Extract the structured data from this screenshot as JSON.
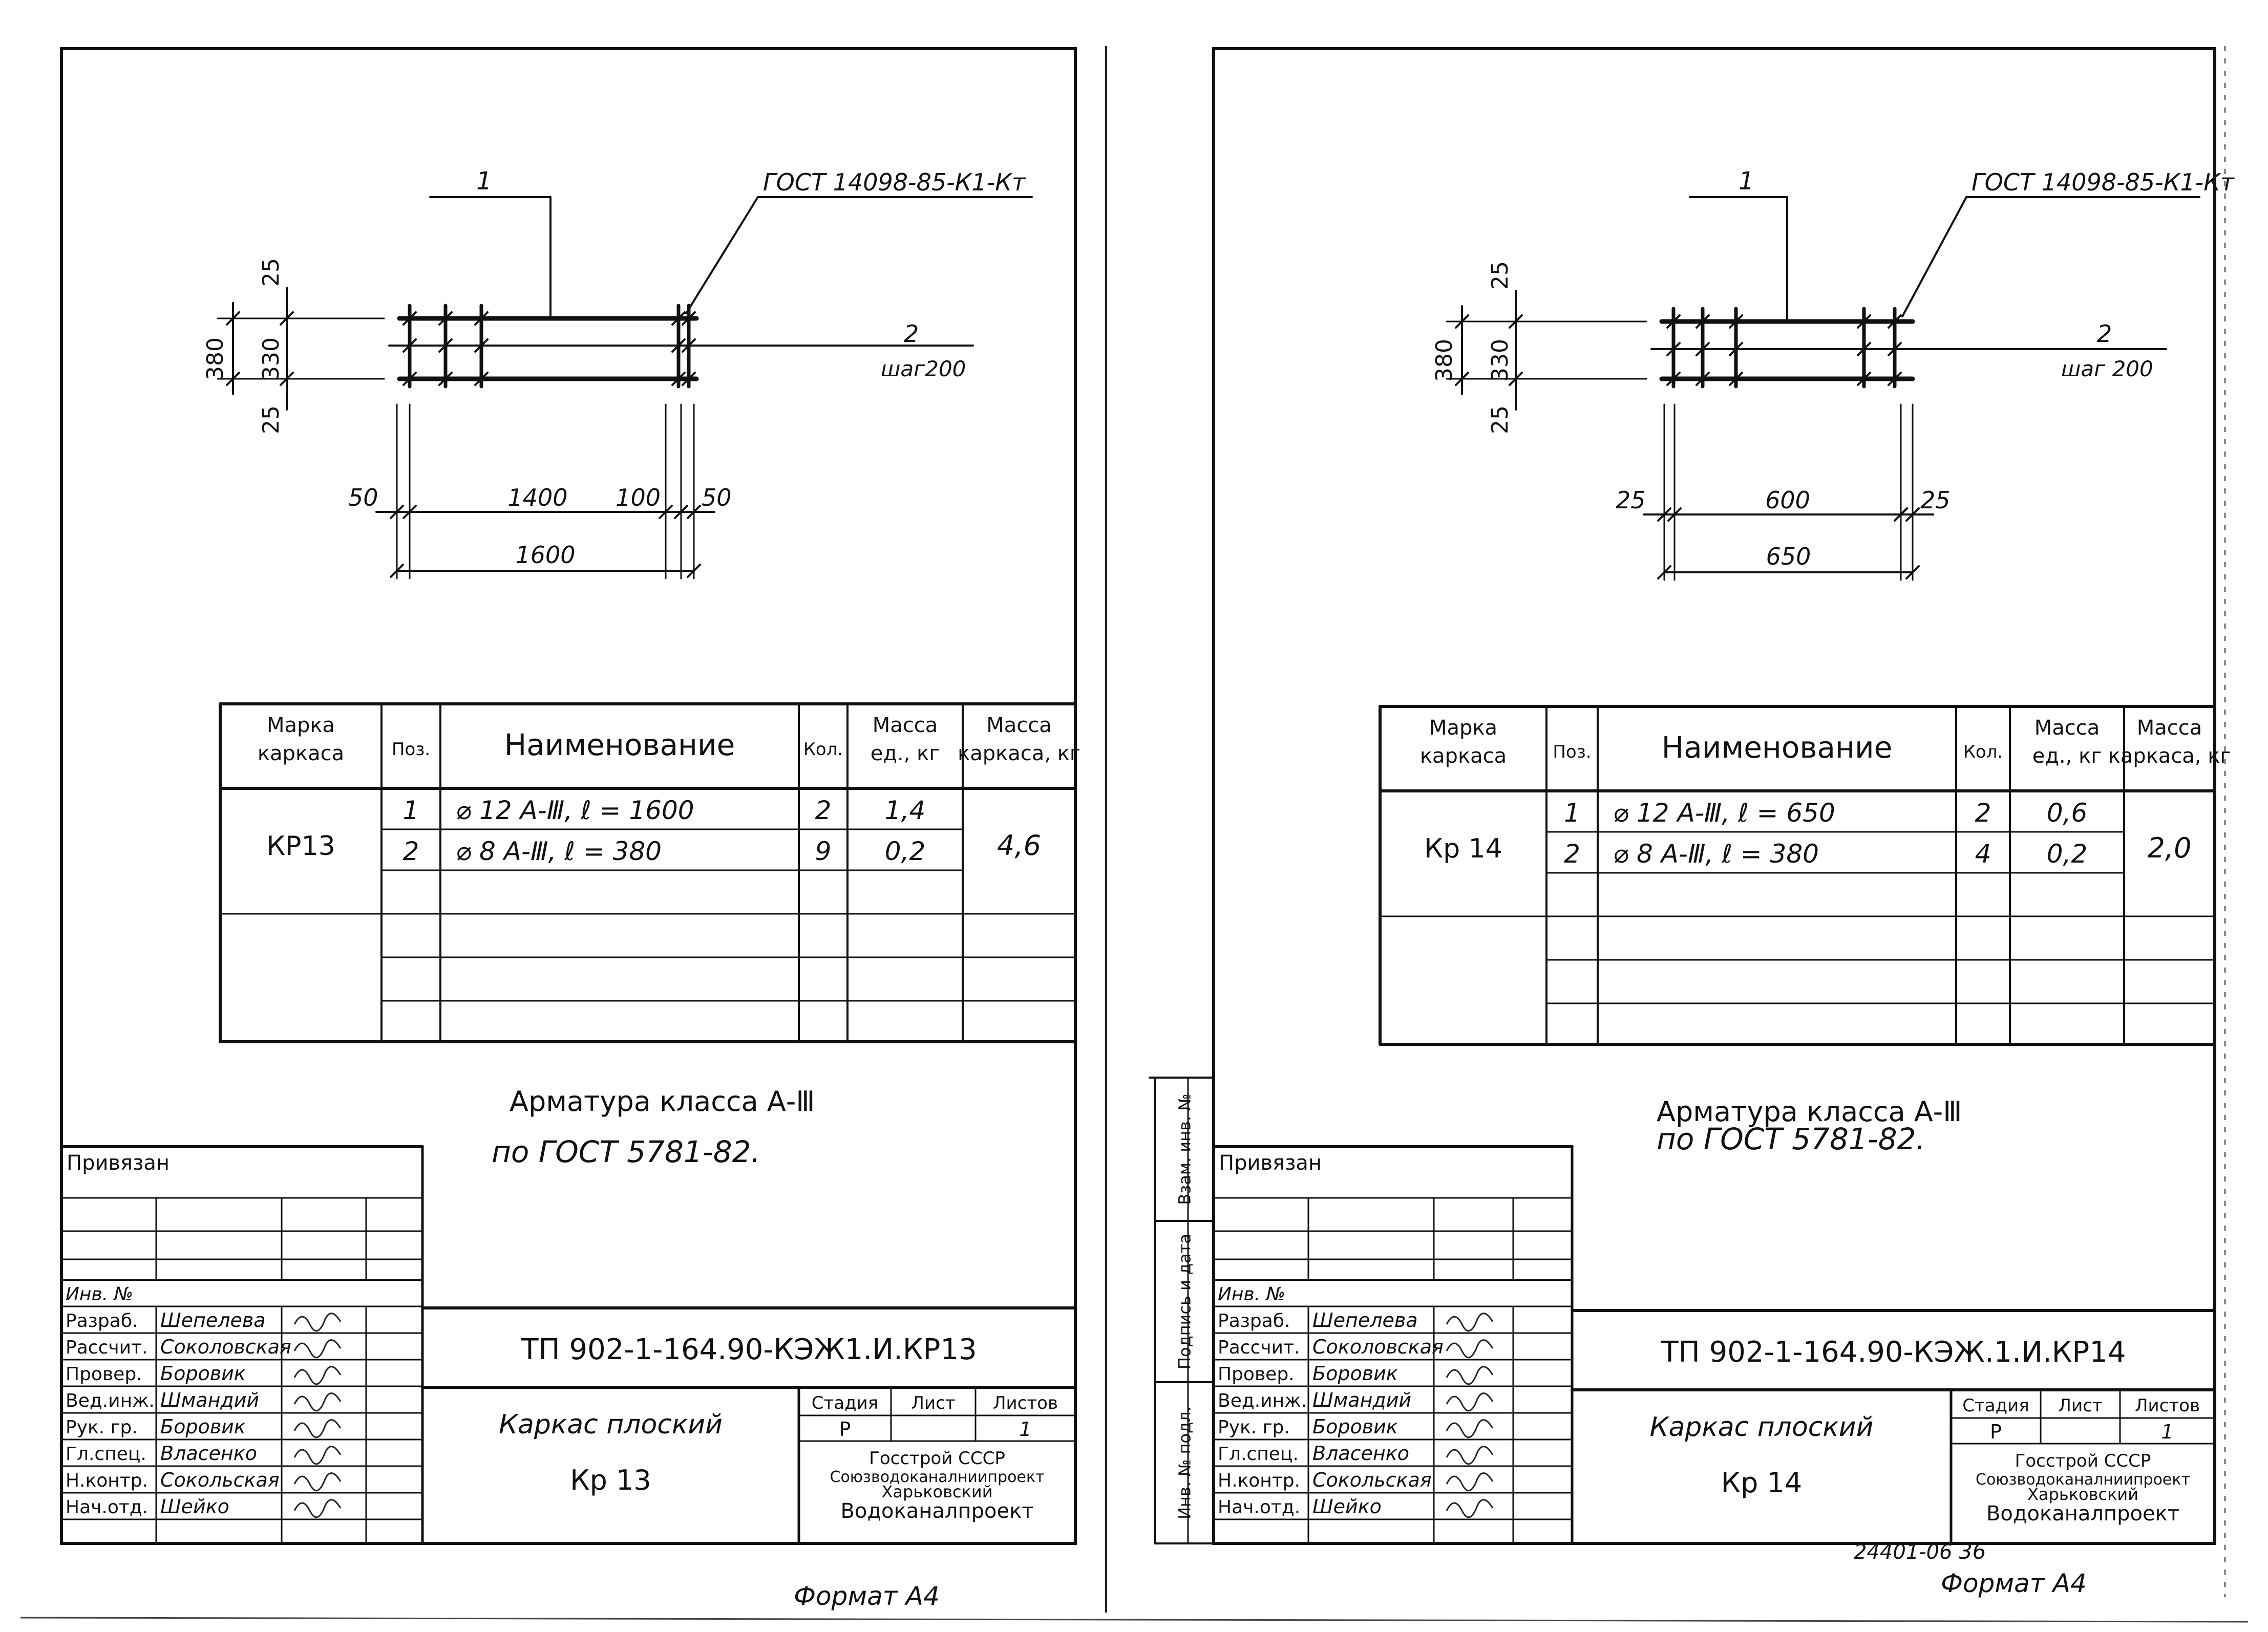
{
  "sheets": [
    {
      "key": "left",
      "ox": 0,
      "drawing": {
        "pos1": "1",
        "gost_weld": "ГОСТ 14098-85-К1-Кт",
        "pos2": "2",
        "step": "шаг200",
        "dim_v_total": "380",
        "dim_v_mid": "330",
        "dim_v_top": "25",
        "dim_v_bot": "25",
        "dim_h1": "50",
        "dim_h2": "1400",
        "dim_h3": "100",
        "dim_h4": "50",
        "dim_total": "1600"
      },
      "spec": {
        "headers": [
          "Марка каркаса",
          "Поз.",
          "Наименование",
          "Кол.",
          "Масса ед., кг",
          "Масса каркаса, кг"
        ],
        "mark": "КР13",
        "rows": [
          {
            "pos": "1",
            "name": "⌀ 12 А-Ⅲ, ℓ = 1600",
            "qty": "2",
            "mass": "1,4"
          },
          {
            "pos": "2",
            "name": "⌀ 8 А-Ⅲ, ℓ = 380",
            "qty": "9",
            "mass": "0,2"
          }
        ],
        "total": "4,6"
      },
      "note_line1": "Арматура класса А-Ⅲ",
      "note_line2": "по ГОСТ 5781-82.",
      "title_block": {
        "privyazan": "Привязан",
        "inv_no": "Инв. №",
        "roles": [
          "Разраб.",
          "Рассчит.",
          "Провер.",
          "Вед.инж.",
          "Рук. гр.",
          "Гл.спец.",
          "Н.контр.",
          "Нач.отд."
        ],
        "names": [
          "Шепелева",
          "Соколовская",
          "Боровик",
          "Шмандий",
          "Боровик",
          "Власенко",
          "Сокольская",
          "Шейко"
        ],
        "doc_code": "ТП 902-1-164.90-КЭЖ1.И.КР13",
        "object_line1": "Каркас плоский",
        "object_line2": "Кр 13",
        "stage_header": "Стадия",
        "sheet_header": "Лист",
        "sheets_header": "Листов",
        "stage": "Р",
        "sheets_count": "1",
        "org_line1": "Госстрой СССР",
        "org_line2": "Союзводоканалниипроект",
        "org_line3": "Харьковский",
        "org_line4": "Водоканалпроект"
      },
      "format": "Формат А4"
    },
    {
      "key": "right",
      "ox": 2160,
      "drawing": {
        "pos1": "1",
        "gost_weld": "ГОСТ 14098-85-К1-Кт",
        "pos2": "2",
        "step": "шаг 200",
        "dim_v_total": "380",
        "dim_v_mid": "330",
        "dim_v_top": "25",
        "dim_v_bot": "25",
        "dim_h1": "25",
        "dim_h2": "600",
        "dim_h3": "",
        "dim_h4": "25",
        "dim_total": "650"
      },
      "spec": {
        "headers": [
          "Марка каркаса",
          "Поз.",
          "Наименование",
          "Кол.",
          "Масса ед., кг",
          "Масса каркаса, кг"
        ],
        "mark": "Кр 14",
        "rows": [
          {
            "pos": "1",
            "name": "⌀ 12 А-Ⅲ, ℓ = 650",
            "qty": "2",
            "mass": "0,6"
          },
          {
            "pos": "2",
            "name": "⌀ 8 А-Ⅲ, ℓ = 380",
            "qty": "4",
            "mass": "0,2"
          }
        ],
        "total": "2,0"
      },
      "note_line1": "Арматура класса А-Ⅲ",
      "note_line2": "по ГОСТ 5781-82.",
      "title_block": {
        "privyazan": "Привязан",
        "inv_no": "Инв. №",
        "roles": [
          "Разраб.",
          "Рассчит.",
          "Провер.",
          "Вед.инж.",
          "Рук. гр.",
          "Гл.спец.",
          "Н.контр.",
          "Нач.отд."
        ],
        "names": [
          "Шепелева",
          "Соколовская",
          "Боровик",
          "Шмандий",
          "Боровик",
          "Власенко",
          "Сокольская",
          "Шейко"
        ],
        "doc_code": "ТП 902-1-164.90-КЭЖ.1.И.КР14",
        "object_line1": "Каркас плоский",
        "object_line2": "Кр 14",
        "stage_header": "Стадия",
        "sheet_header": "Лист",
        "sheets_header": "Листов",
        "stage": "Р",
        "sheets_count": "1",
        "org_line1": "Госстрой СССР",
        "org_line2": "Союзводоканалниипроект",
        "org_line3": "Харьковский",
        "org_line4": "Водоканалпроект"
      },
      "side_stamp": [
        "Взам. инв. №",
        "Подпись и дата",
        "Инв. № подл."
      ],
      "archive_no": "24401-06",
      "page_no": "36",
      "format": "Формат А4"
    }
  ]
}
